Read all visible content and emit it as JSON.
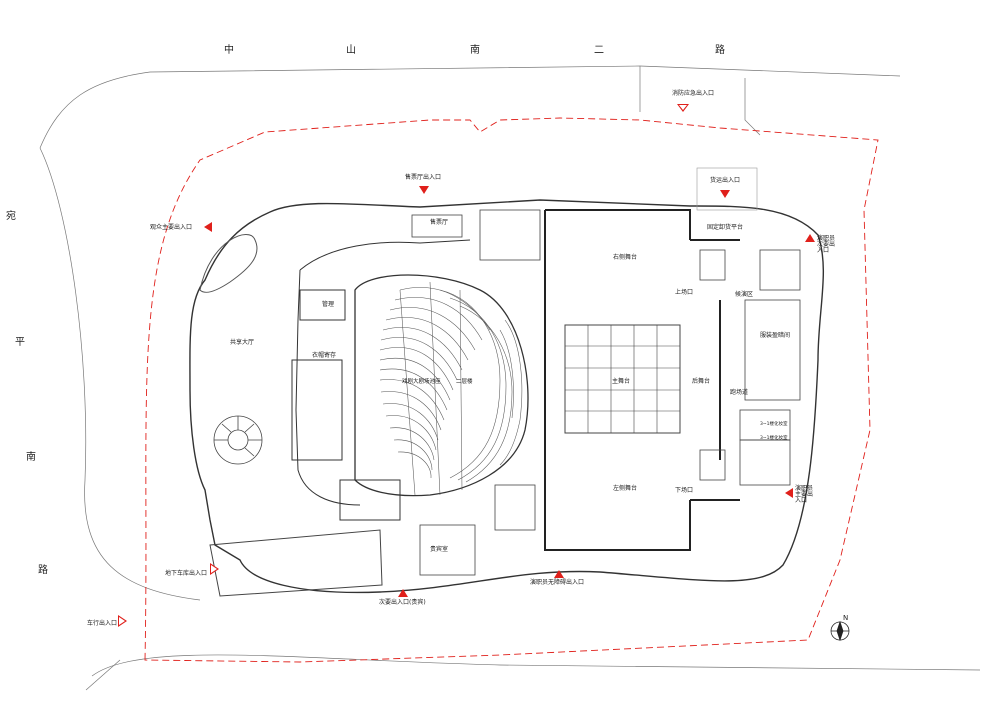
{
  "colors": {
    "accent": "#e0201b",
    "line": "#333333",
    "boundary": "#e0201b"
  },
  "roads": {
    "north": [
      "中",
      "山",
      "南",
      "二",
      "路"
    ],
    "west": [
      "宛",
      "平",
      "南",
      "路"
    ]
  },
  "entrances": {
    "fire_emergency": "消防应急出入口",
    "ticket_hall": "售票厅出入口",
    "cargo": "货运出入口",
    "audience_main": "观众主要出入口",
    "performer_secondary": "演职员次要出入口",
    "performer_main": "演职员主要出入口",
    "underground_garage": "地下车库出入口",
    "vehicle": "车行出入口",
    "secondary_vip": "次要出入口(贵宾)",
    "performer_accessible": "演职员无障碍出入口"
  },
  "rooms": {
    "ticket_hall": "售票厅",
    "management": "管理",
    "shared_hall": "共享大厅",
    "cloakroom": "衣帽寄存",
    "auditorium": "戏剧大剧场池座",
    "second_tier": "二层楼",
    "right_wing": "右侧舞台",
    "main_stage": "主舞台",
    "left_wing": "左侧舞台",
    "fixed_loading": "固定卸货平台",
    "upper_entry": "上场口",
    "lower_entry": "下场口",
    "waiting": "候演区",
    "wardrobe": "服装盈暗间",
    "rear_stage": "后舞台",
    "crossover": "跑场道",
    "vip_room": "贵宾室",
    "dressing1": "3~1楼化妆室",
    "dressing2": "3~1楼化妆室"
  }
}
